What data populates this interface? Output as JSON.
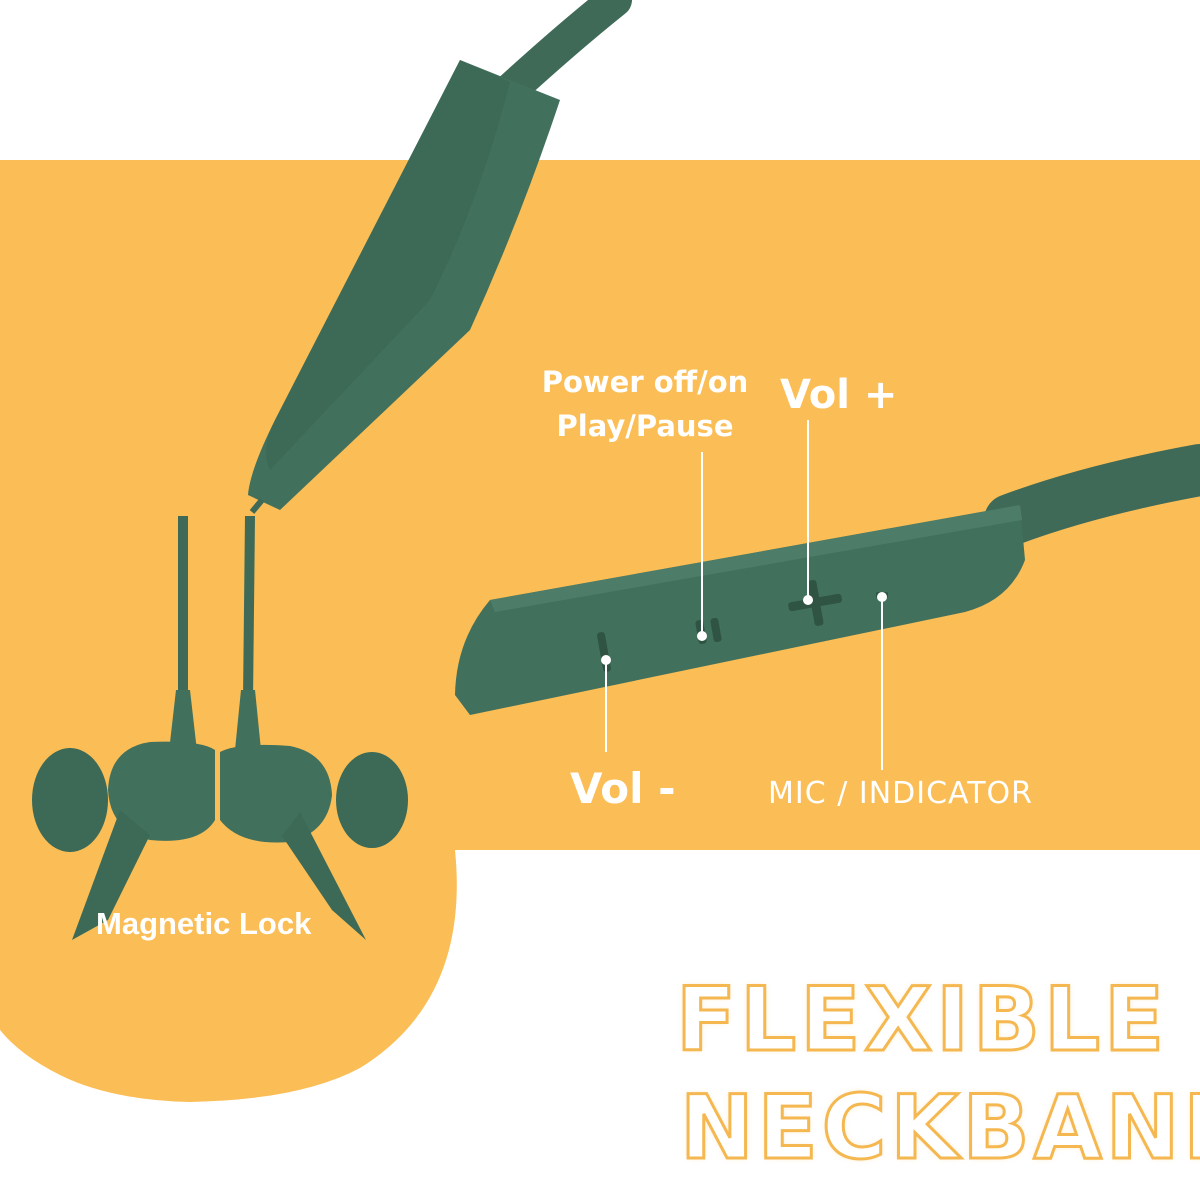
{
  "colors": {
    "background": "#ffffff",
    "accent_orange": "#fbbd55",
    "product_green": "#3f6a58",
    "text_on_orange": "#ffffff",
    "outline_text": "#f5b851"
  },
  "callouts": {
    "power_line1": "Power off/on",
    "power_line2": "Play/Pause",
    "vol_plus": "Vol +",
    "vol_minus": "Vol -",
    "mic_indicator": "MIC / INDICATOR",
    "magnetic_lock": "Magnetic Lock"
  },
  "headline": {
    "line1": "FLEXIBLE",
    "line2": "NECKBAND"
  },
  "icons": {
    "power_button": "pause-icon",
    "vol_plus_button": "plus-icon",
    "vol_minus_button": "minus-icon",
    "mic_hole": "mic-icon"
  }
}
